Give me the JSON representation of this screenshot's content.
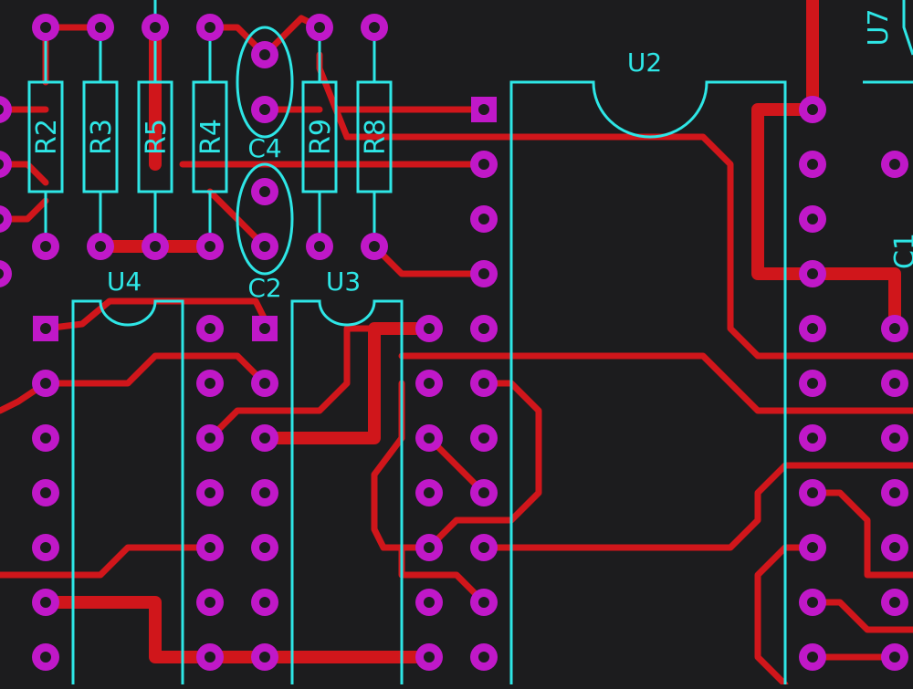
{
  "colors": {
    "background": "#1c1c1e",
    "trace": "#d0161b",
    "pad": "#c018c8",
    "silkscreen": "#2ee6e6"
  },
  "labels": {
    "r2": "R2",
    "r3": "R3",
    "r5": "R5",
    "r4": "R4",
    "r9": "R9",
    "r8": "R8",
    "c4": "C4",
    "c2": "C2",
    "c1": "C1",
    "u2": "U2",
    "u3": "U3",
    "u4": "U4",
    "u7": "U7"
  }
}
